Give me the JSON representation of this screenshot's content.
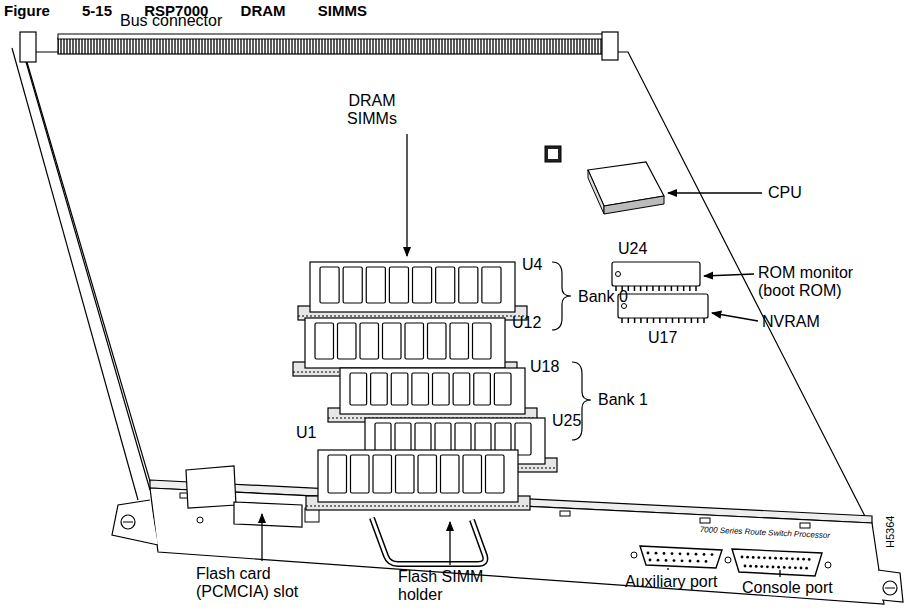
{
  "diagram": {
    "title": "Figure 5-15 RSP7000 DRAM SIMMS",
    "labels": [
      "Bus connector",
      "DRAM SIMMs",
      "CPU",
      "U4",
      "Bank 0",
      "U12",
      "U18",
      "Bank 1",
      "U25",
      "U24",
      "ROM monitor (boot ROM)",
      "NVRAM",
      "U17",
      "U1",
      "7000 Series Route Switch Processor",
      "H5364",
      "Flash card (PCMCIA) slot",
      "Flash SIMM holder",
      "Auxiliary port",
      "Console port"
    ]
  }
}
